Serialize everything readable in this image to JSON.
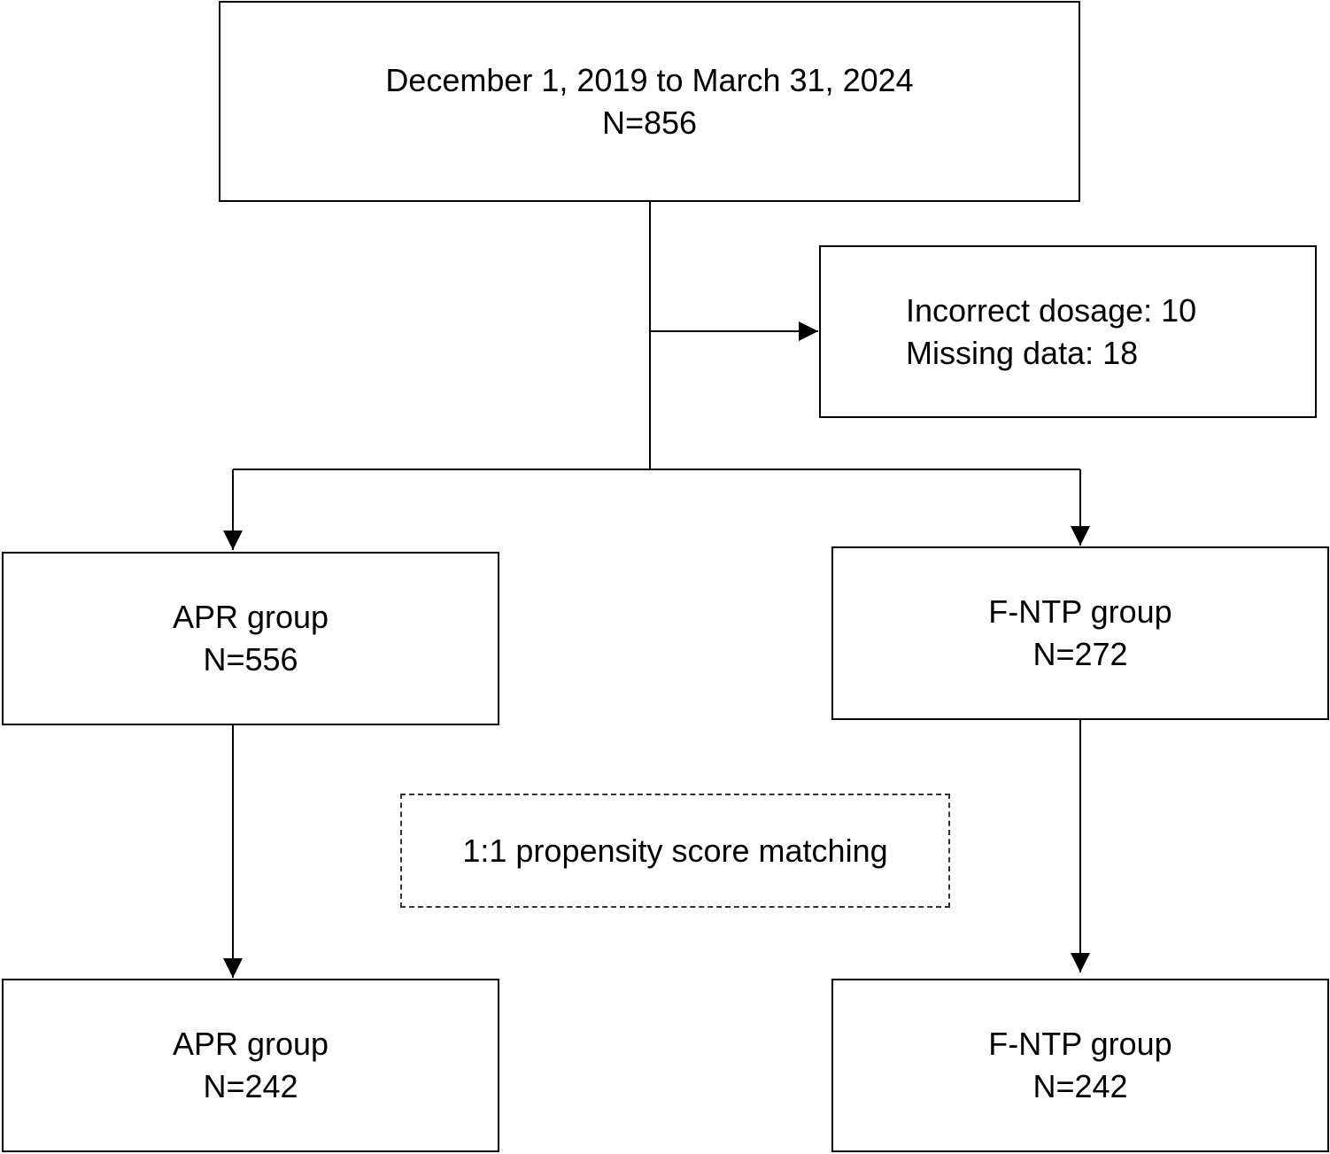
{
  "flowchart": {
    "start": {
      "line1": "December 1, 2019 to March 31, 2024",
      "line2": "N=856"
    },
    "excluded": {
      "line1": "Incorrect dosage: 10",
      "line2": "Missing data: 18"
    },
    "apr_before": {
      "line1": "APR group",
      "line2": "N=556"
    },
    "fntp_before": {
      "line1": "F-NTP group",
      "line2": "N=272"
    },
    "matching": {
      "label": "1:1 propensity score matching"
    },
    "apr_after": {
      "line1": "APR group",
      "line2": "N=242"
    },
    "fntp_after": {
      "line1": "F-NTP group",
      "line2": "N=242"
    }
  }
}
